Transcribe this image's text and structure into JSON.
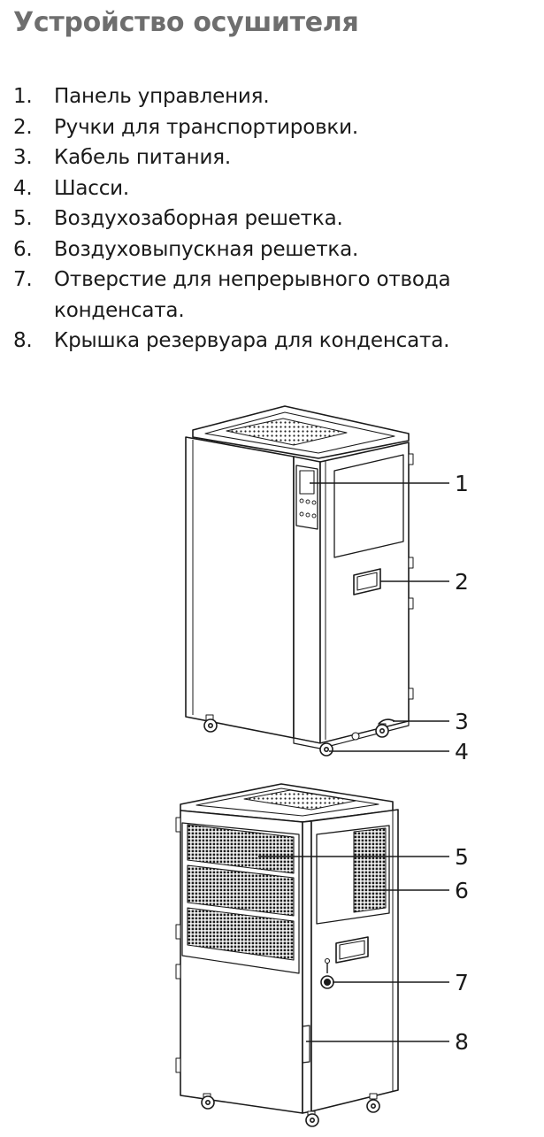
{
  "title": "Устройство осушителя",
  "parts": [
    {
      "num": "1.",
      "label": "Панель управления."
    },
    {
      "num": "2.",
      "label": "Ручки для транспортировки."
    },
    {
      "num": "3.",
      "label": "Кабель питания."
    },
    {
      "num": "4.",
      "label": "Шасси."
    },
    {
      "num": "5.",
      "label": "Воздухозаборная решетка."
    },
    {
      "num": "6.",
      "label": "Воздуховыпускная решетка."
    },
    {
      "num": "7.",
      "label": "Отверстие для непрерывного отвода конденсата."
    },
    {
      "num": "8.",
      "label": "Крышка резервуара для конденсата."
    }
  ],
  "callouts": [
    "1",
    "2",
    "3",
    "4",
    "5",
    "6",
    "7",
    "8"
  ]
}
